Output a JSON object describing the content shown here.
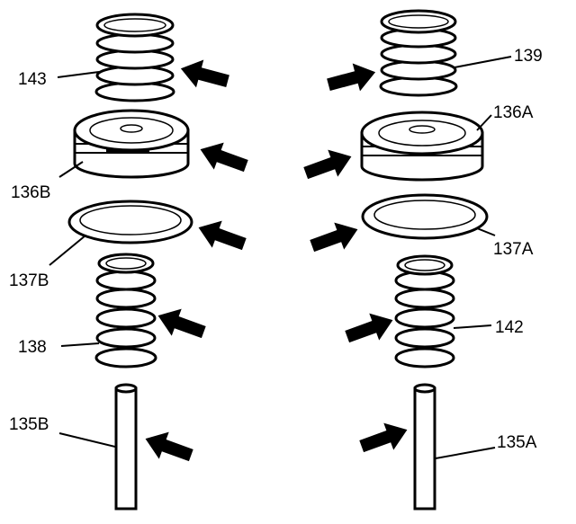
{
  "labels": {
    "l143": "143",
    "l139": "139",
    "l136A": "136A",
    "l136B": "136B",
    "l137B": "137B",
    "l137A": "137A",
    "l138": "138",
    "l142": "142",
    "l135B": "135B",
    "l135A": "135A"
  }
}
